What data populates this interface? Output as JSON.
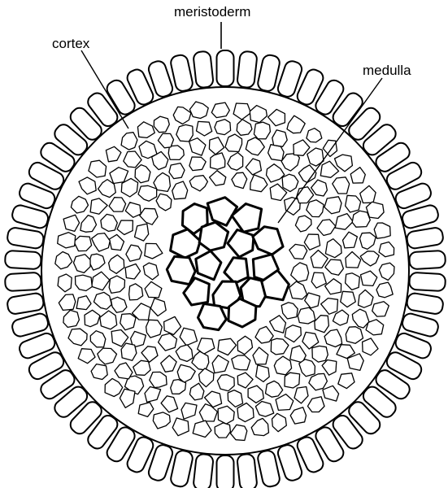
{
  "labels": {
    "meristoderm": "meristoderm",
    "cortex": "cortex",
    "medulla": "medulla"
  },
  "colors": {
    "ink": "#000000",
    "paper": "#ffffff"
  }
}
